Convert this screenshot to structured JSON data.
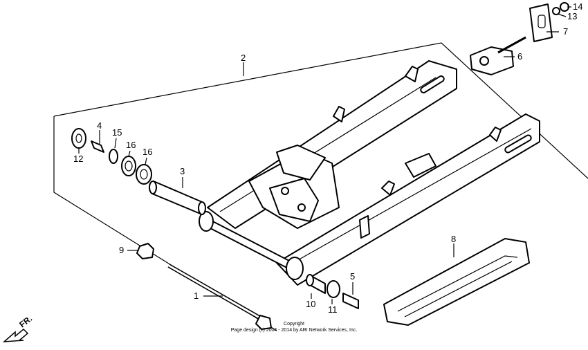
{
  "diagram": {
    "callouts": {
      "p1": "1",
      "p2": "2",
      "p3": "3",
      "p4": "4",
      "p5": "5",
      "p6": "6",
      "p7": "7",
      "p8": "8",
      "p9": "9",
      "p10": "10",
      "p11": "11",
      "p12": "12",
      "p13": "13",
      "p14": "14",
      "p15": "15",
      "p16a": "16",
      "p16b": "16"
    },
    "direction_label": "FR.",
    "copyright": {
      "line1": "Copyright",
      "line2": "Page design (c) 2004 - 2014 by ARI Network Services, Inc."
    }
  }
}
